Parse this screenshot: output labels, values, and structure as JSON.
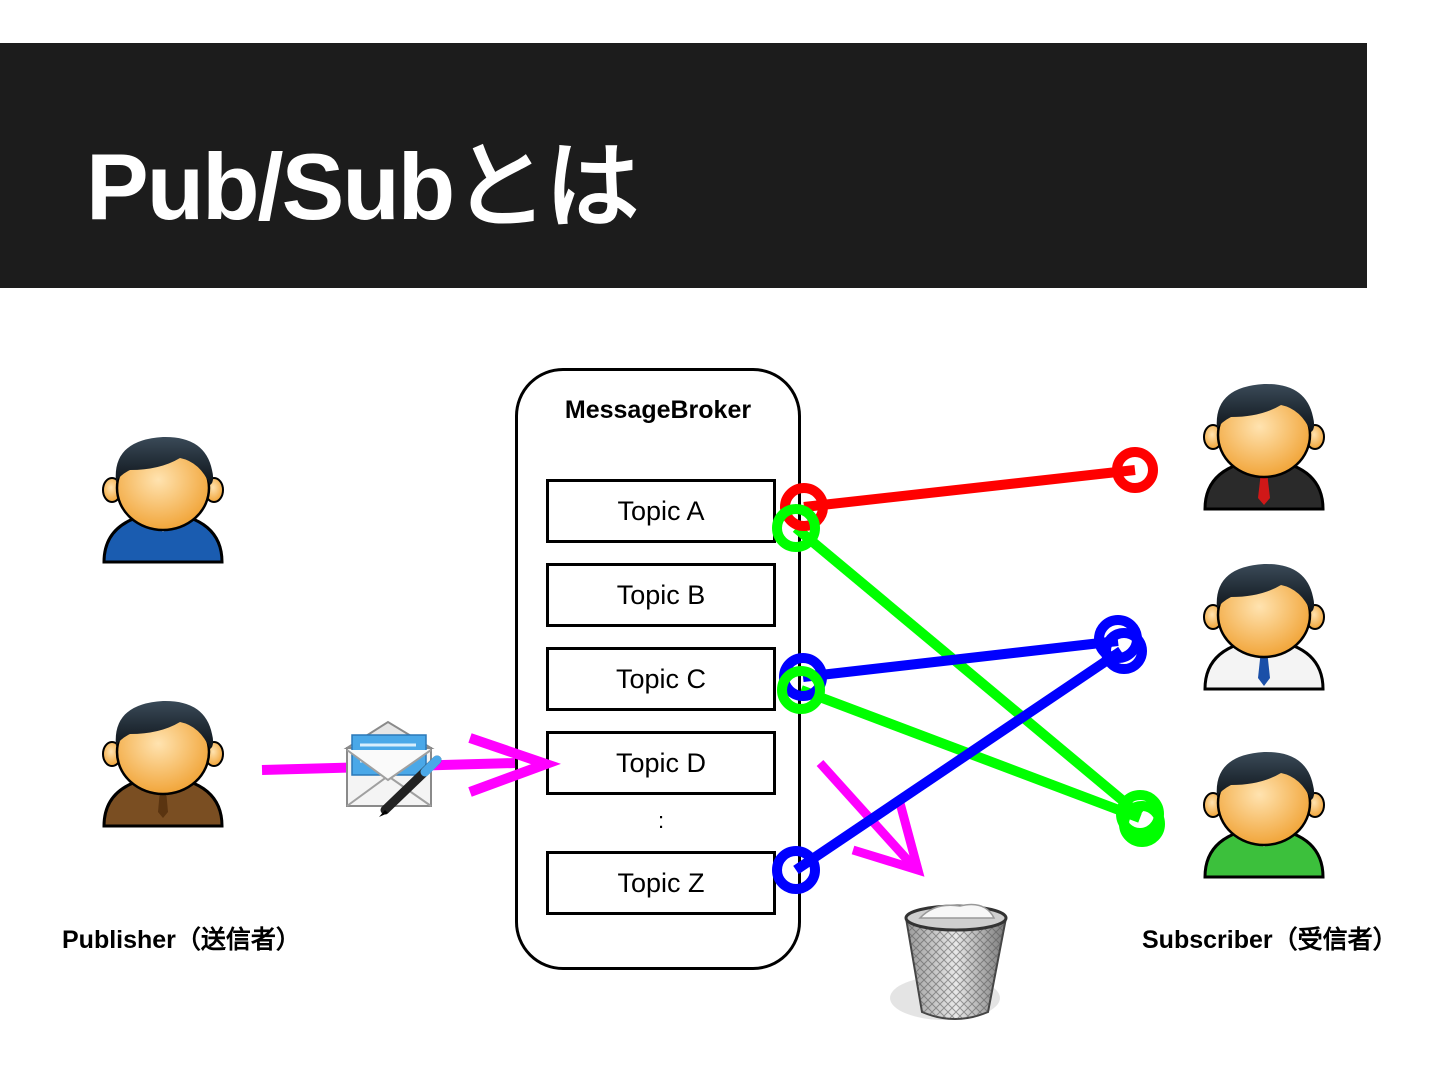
{
  "slide": {
    "title": "Pub/Subとは"
  },
  "broker": {
    "title": "MessageBroker",
    "topics": [
      "Topic A",
      "Topic B",
      "Topic C",
      "Topic D",
      "Topic Z"
    ],
    "ellipsis": ":"
  },
  "labels": {
    "publisher": "Publisher（送信者）",
    "subscriber": "Subscriber（受信者）"
  },
  "colors": {
    "title_bar": "#1c1c1c",
    "topic_a_link": "#ff0000",
    "topic_c_link": "#00ff00",
    "topic_z_link": "#0000ff",
    "publish_arrow": "#ff00ff"
  },
  "icons": {
    "publishers": [
      "person-blue-shirt-icon",
      "person-brown-suit-icon"
    ],
    "subscribers": [
      "person-black-suit-icon",
      "person-white-shirt-icon",
      "person-green-shirt-icon"
    ],
    "message": "envelope-with-pen-icon",
    "discard": "trash-bin-icon"
  }
}
